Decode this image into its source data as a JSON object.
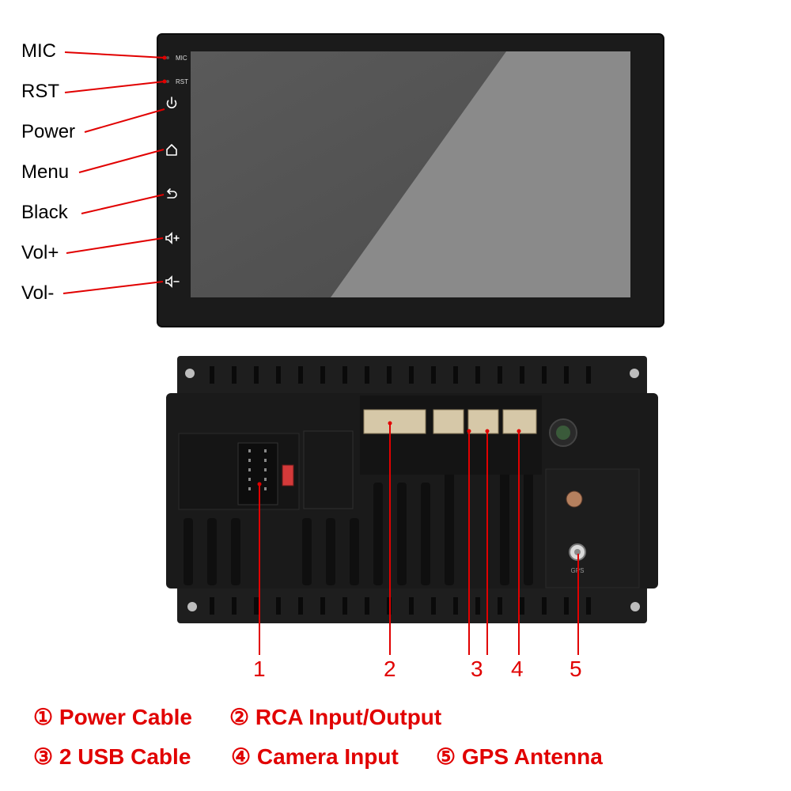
{
  "front_panel": {
    "labels": [
      {
        "key": "mic",
        "text": "MIC",
        "small_text": "MIC"
      },
      {
        "key": "rst",
        "text": "RST",
        "small_text": "RST"
      },
      {
        "key": "power",
        "text": "Power",
        "icon": "power-icon"
      },
      {
        "key": "menu",
        "text": "Menu",
        "icon": "home-icon"
      },
      {
        "key": "black",
        "text": "Black",
        "icon": "back-icon"
      },
      {
        "key": "vol-up",
        "text": "Vol+",
        "icon": "volume-up-icon"
      },
      {
        "key": "vol-down",
        "text": "Vol-",
        "icon": "volume-down-icon"
      }
    ]
  },
  "back_panel": {
    "numbers": [
      "1",
      "2",
      "3",
      "4",
      "5"
    ],
    "gps_text": "GPS"
  },
  "legend": {
    "items": [
      {
        "symbol": "①",
        "text": "Power Cable"
      },
      {
        "symbol": "②",
        "text": "RCA Input/Output"
      },
      {
        "symbol": "③",
        "text": "2 USB Cable"
      },
      {
        "symbol": "④",
        "text": "Camera Input"
      },
      {
        "symbol": "⑤",
        "text": "GPS Antenna"
      }
    ]
  },
  "colors": {
    "leader": "#e10000",
    "bezel": "#1b1b1b",
    "screen_dark": "#555555",
    "screen_light": "#888888",
    "chassis": "#1a1a1a",
    "connector": "#d6c8a8"
  }
}
